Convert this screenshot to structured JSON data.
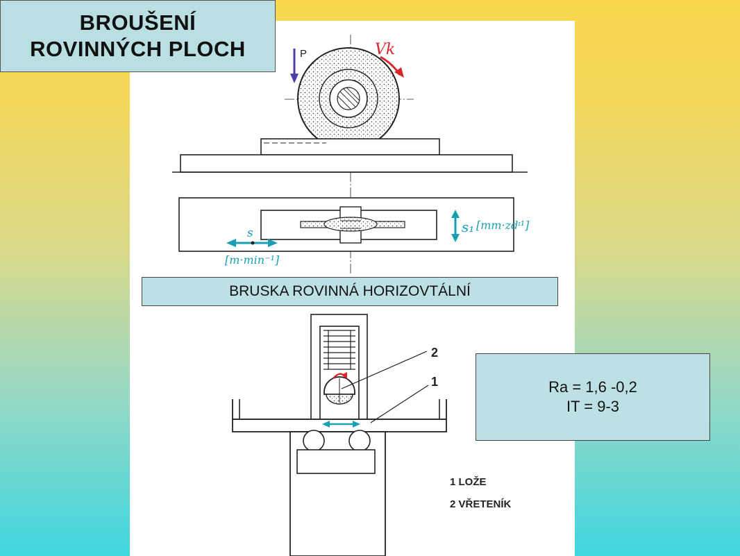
{
  "title": {
    "line1": "BROUŠENÍ",
    "line2": "ROVINNÝCH PLOCH"
  },
  "caption": "BRUSKA ROVINNÁ HORIZOVTÁLNÍ",
  "params": {
    "ra": "Ra = 1,6 -0,2",
    "it": "IT = 9-3"
  },
  "diagram_labels": {
    "force": "P",
    "cutting_speed": "Vk",
    "feed": "s",
    "feed_unit": "[m·min⁻¹]",
    "cross_feed": "s₁",
    "cross_feed_unit": "[mm·zdᶦ¹]",
    "callout_1": "1",
    "callout_2": "2",
    "legend_1": "1 LOŽE",
    "legend_2": "2 VŘETENÍK"
  },
  "colors": {
    "force_arrow": "#4a3fa8",
    "speed_arrow": "#d8272a",
    "feed_arrow": "#1aa0b4"
  }
}
